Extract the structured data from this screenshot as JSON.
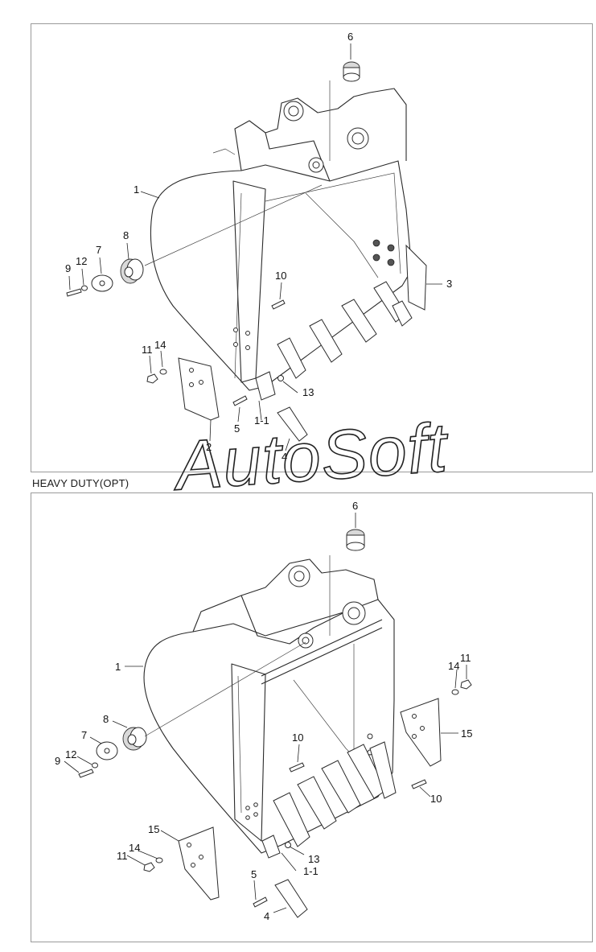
{
  "section_label": "HEAVY DUTY(OPT)",
  "watermark": "AutoSoft",
  "top_callouts": [
    "6",
    "1",
    "8",
    "7",
    "9",
    "12",
    "10",
    "3",
    "11",
    "14",
    "13",
    "5",
    "1-1",
    "2",
    "4"
  ],
  "bottom_callouts": [
    "6",
    "1",
    "8",
    "7",
    "9",
    "12",
    "10",
    "14",
    "11",
    "15",
    "10",
    "15",
    "11",
    "14",
    "13",
    "1-1",
    "5",
    "4"
  ]
}
